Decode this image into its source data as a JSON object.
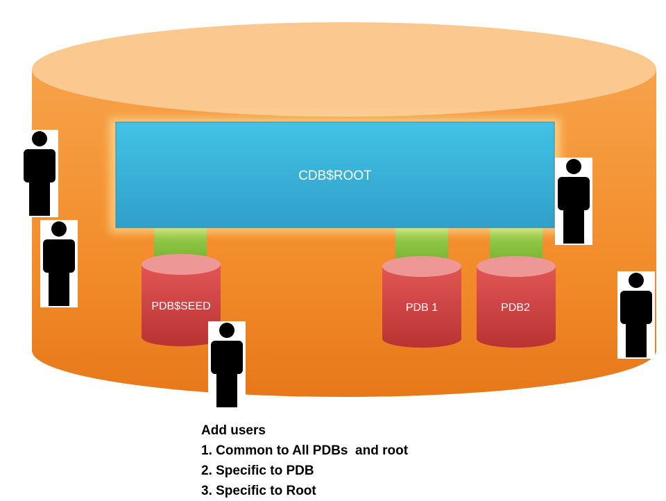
{
  "diagram": {
    "root_container": {
      "label": "CDB$ROOT"
    },
    "databases": [
      {
        "label": "PDB$SEED"
      },
      {
        "label": "PDB 1"
      },
      {
        "label": "PDB2"
      }
    ],
    "users_note": {
      "heading": "Add users",
      "items": [
        "1. Common to All PDBs  and root",
        "2. Specific to PDB",
        "3. Specific to Root"
      ]
    }
  },
  "colors": {
    "cdb_body": "#f39a3a",
    "cdb_top": "#fbc98f",
    "root_box": "#3cb6dc",
    "connector": "#8cc63f",
    "pdb_body": "#d64545",
    "pdb_top": "#ee9797"
  },
  "icons": [
    "person-icon"
  ]
}
